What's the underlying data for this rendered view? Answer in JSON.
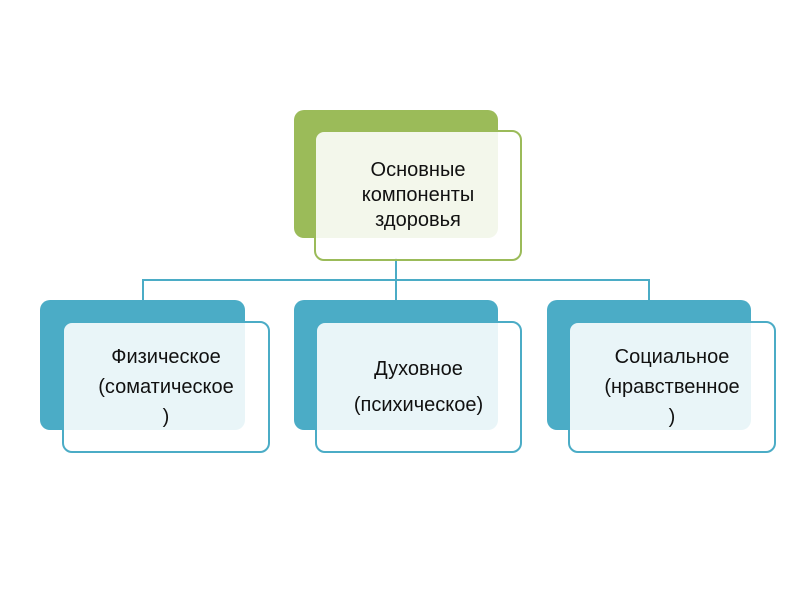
{
  "root": {
    "lines": [
      "Основные",
      "компоненты",
      "здоровья"
    ],
    "color": "#9BBB59"
  },
  "children": [
    {
      "lines": [
        "Физическое",
        "(соматическое",
        ")"
      ]
    },
    {
      "lines": [
        "Духовное",
        "(психическое)"
      ]
    },
    {
      "lines": [
        "Социальное",
        "(нравственное",
        ")"
      ]
    }
  ],
  "child_color": "#4BACC6"
}
